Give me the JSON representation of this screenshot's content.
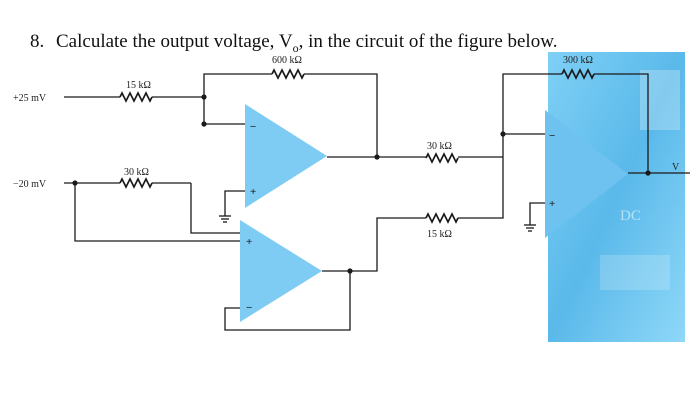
{
  "question": {
    "number": "8.",
    "text_before": "Calculate the output voltage, V",
    "sub": "o",
    "text_after": ", in the circuit of the figure below."
  },
  "labels": {
    "r_feedback_1": "600 kΩ",
    "r_feedback_2": "300 kΩ",
    "r_input_1": "15 kΩ",
    "r_input_2": "30 kΩ",
    "r_stage_1": "30 kΩ",
    "r_stage_2": "15 kΩ",
    "source_1": "+25 mV",
    "source_2": "−20 mV",
    "output": "V",
    "background_text": "DC"
  },
  "pins": {
    "minus": "−",
    "plus": "+"
  },
  "colors": {
    "opamp_fill": "#7ecbf3",
    "background_photo": "#5ab9ea",
    "wire": "#1a1a1a",
    "text": "#111111"
  }
}
